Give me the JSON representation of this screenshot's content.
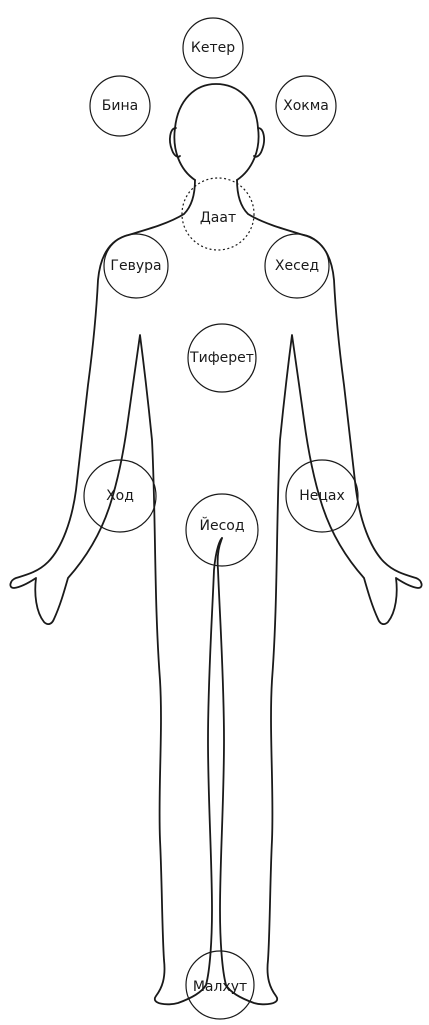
{
  "sephirot": [
    {
      "id": "keter",
      "label": "Кетер",
      "style": "solid"
    },
    {
      "id": "bina",
      "label": "Бина",
      "style": "solid"
    },
    {
      "id": "hokhmah",
      "label": "Хокма",
      "style": "solid"
    },
    {
      "id": "daat",
      "label": "Даат",
      "style": "dotted"
    },
    {
      "id": "gevurah",
      "label": "Гевура",
      "style": "solid"
    },
    {
      "id": "hesed",
      "label": "Хесед",
      "style": "solid"
    },
    {
      "id": "tiferet",
      "label": "Тиферет",
      "style": "solid"
    },
    {
      "id": "hod",
      "label": "Ход",
      "style": "solid"
    },
    {
      "id": "netzach",
      "label": "Нецах",
      "style": "solid"
    },
    {
      "id": "yesod",
      "label": "Йесод",
      "style": "solid"
    },
    {
      "id": "malkhut",
      "label": "Малхут",
      "style": "solid"
    }
  ]
}
